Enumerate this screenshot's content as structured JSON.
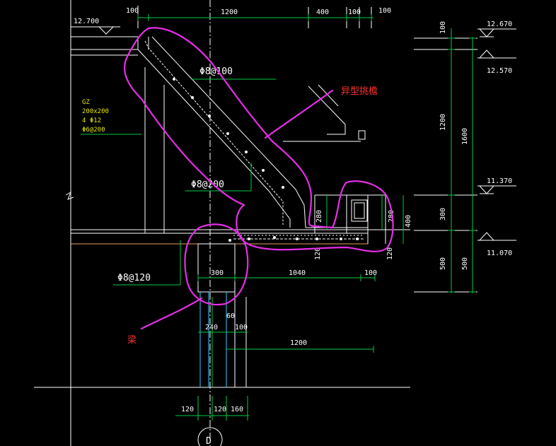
{
  "dims": {
    "top_100_left": "100",
    "top_1200": "1200",
    "top_400": "400",
    "top_100_a": "100",
    "top_100_b": "100",
    "right_100": "100",
    "right_1200": "1200",
    "right_1600": "1600",
    "right_300": "300",
    "right_500_a": "500",
    "right_500_b": "500",
    "v_280_a": "280",
    "v_280_b": "280",
    "v_400": "400",
    "v_120_a": "120",
    "v_120_b": "120",
    "b_300": "300",
    "b_1040": "1040",
    "b_100": "100",
    "b_60": "60",
    "b_240": "240",
    "b_100b": "100",
    "b_1200": "1200",
    "bot_120_a": "120",
    "bot_120_b": "120",
    "bot_160": "160"
  },
  "elevations": {
    "e12700": "12.700",
    "e12670": "12.670",
    "e12570": "12.570",
    "e11370": "11.370",
    "e11070": "11.070"
  },
  "rebar": {
    "r1": "Φ8@100",
    "r2": "Φ8@200",
    "r3": "Φ8@120"
  },
  "gz": {
    "line1": "GZ",
    "line2": "200x200",
    "line3": "4 Φ12",
    "line4": "Φ6@200"
  },
  "annotations": {
    "eave": "异型挑檐",
    "beam": "梁"
  },
  "axis": {
    "label": "D"
  },
  "colors": {
    "markup": "#e62ee6",
    "annotation": "#ff3333",
    "gz_text": "#e6e600"
  }
}
